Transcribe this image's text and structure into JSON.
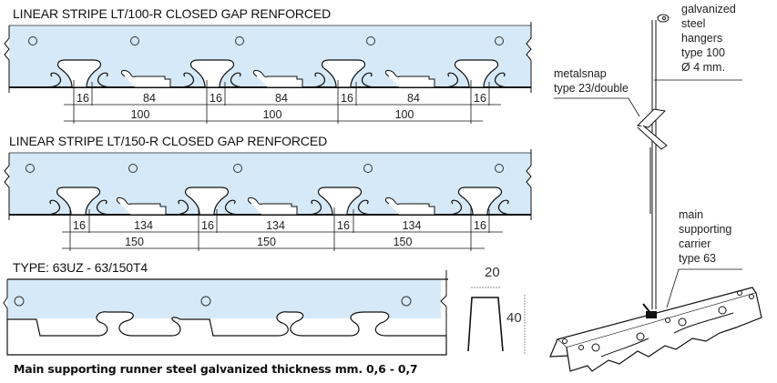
{
  "colors": {
    "strip_fill": "#d6e9f8",
    "line": "#111111"
  },
  "strips": [
    {
      "title": "LINEAR STRIPE LT/100-R CLOSED GAP RENFORCED",
      "gap": "16",
      "span": "84",
      "module": "100",
      "modules": 3
    },
    {
      "title": "LINEAR STRIPE LT/150-R CLOSED GAP RENFORCED",
      "gap": "16",
      "span": "134",
      "module": "150",
      "modules": 3
    }
  ],
  "runner": {
    "title": "TYPE: 63UZ - 63/150T4",
    "profile_width": "20",
    "profile_height": "40",
    "caption": "Main supporting runner steel galvanized thickness mm. 0,6 - 0,7"
  },
  "assembly": {
    "hanger_label": "galvanized\nsteel\nhangers\ntype 100\nØ 4 mm.",
    "snap_label": "metalsnap\ntype 23/double",
    "carrier_label": "main\nsupporting\ncarrier\ntype 63"
  }
}
